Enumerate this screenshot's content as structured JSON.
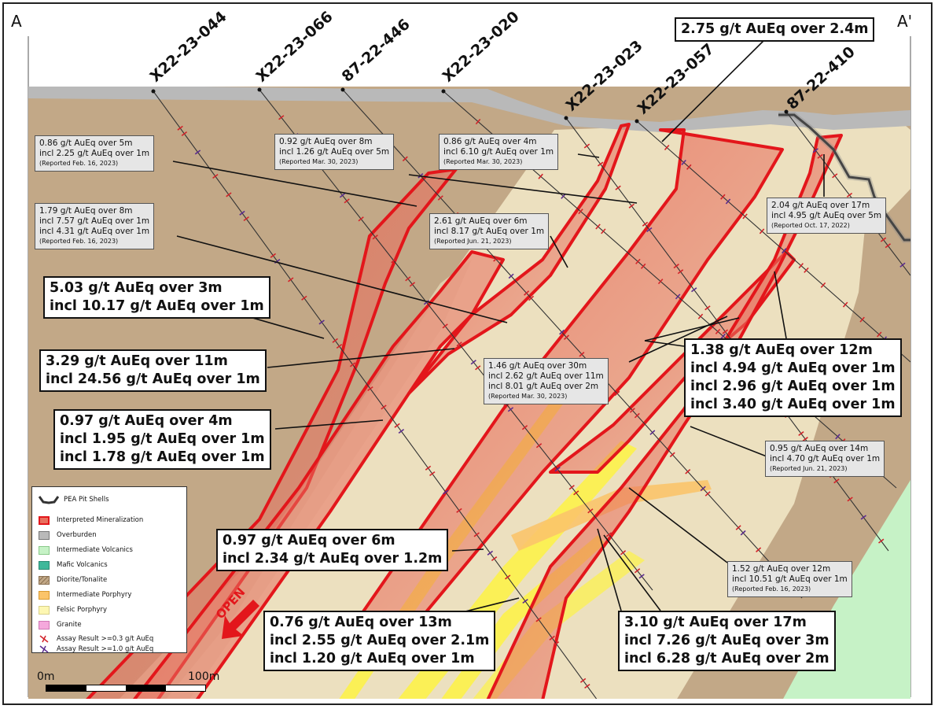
{
  "section": {
    "corner_left": "A",
    "corner_right": "A'"
  },
  "drillholes": [
    "X22-23-044",
    "X22-23-066",
    "87-22-446",
    "X22-23-020",
    "X22-23-023",
    "X22-23-057",
    "87-22-410"
  ],
  "callouts_large": [
    {
      "id": "c1",
      "lines": [
        "2.75 g/t AuEq over 2.4m"
      ]
    },
    {
      "id": "c2",
      "lines": [
        "5.03 g/t AuEq over 3m",
        "incl 10.17 g/t AuEq over 1m"
      ]
    },
    {
      "id": "c3",
      "lines": [
        "3.29 g/t AuEq over 11m",
        "incl 24.56 g/t AuEq over 1m"
      ]
    },
    {
      "id": "c4",
      "lines": [
        "0.97 g/t AuEq over 4m",
        "incl 1.95 g/t AuEq over 1m",
        "incl 1.78 g/t AuEq over 1m"
      ]
    },
    {
      "id": "c5",
      "lines": [
        "1.38 g/t AuEq over 12m",
        "incl 4.94 g/t AuEq over 1m",
        "incl 2.96 g/t AuEq over 1m",
        "incl 3.40 g/t AuEq over 1m"
      ]
    },
    {
      "id": "c6",
      "lines": [
        "0.97 g/t AuEq over 6m",
        "incl 2.34 g/t AuEq over 1.2m"
      ]
    },
    {
      "id": "c7",
      "lines": [
        "0.76 g/t AuEq over 13m",
        "incl 2.55 g/t AuEq over 2.1m",
        "incl 1.20 g/t AuEq over 1m"
      ]
    },
    {
      "id": "c8",
      "lines": [
        "3.10 g/t AuEq over 17m",
        "incl 7.26 g/t AuEq over 3m",
        "incl 6.28 g/t AuEq over 2m"
      ]
    }
  ],
  "callouts_small": [
    {
      "id": "s1",
      "lines": [
        "0.86 g/t AuEq over 5m",
        "incl 2.25 g/t AuEq over 1m"
      ],
      "reported": "(Reported Feb. 16, 2023)"
    },
    {
      "id": "s2",
      "lines": [
        "0.92 g/t AuEq over 8m",
        "incl 1.26 g/t AuEq over 5m"
      ],
      "reported": "(Reported Mar. 30, 2023)"
    },
    {
      "id": "s3",
      "lines": [
        "0.86 g/t AuEq over 4m",
        "incl 6.10 g/t AuEq over 1m"
      ],
      "reported": "(Reported Mar. 30, 2023)"
    },
    {
      "id": "s4",
      "lines": [
        "1.79 g/t AuEq over 8m",
        "incl 7.57 g/t AuEq over 1m",
        "incl 4.31 g/t AuEq over 1m"
      ],
      "reported": "(Reported Feb. 16, 2023)"
    },
    {
      "id": "s5",
      "lines": [
        "2.61 g/t AuEq over 6m",
        "incl 8.17 g/t AuEq over 1m"
      ],
      "reported": "(Reported Jun. 21, 2023)"
    },
    {
      "id": "s6",
      "lines": [
        "2.04 g/t AuEq over 17m",
        "incl 4.95 g/t AuEq over 5m"
      ],
      "reported": "(Reported Oct. 17, 2022)"
    },
    {
      "id": "s7",
      "lines": [
        "1.46 g/t AuEq over 30m",
        "incl 2.62 g/t AuEq over 11m",
        "incl 8.01 g/t AuEq over 2m"
      ],
      "reported": "(Reported Mar. 30, 2023)"
    },
    {
      "id": "s8",
      "lines": [
        "0.95 g/t AuEq over 14m",
        "incl 4.70 g/t AuEq over 1m"
      ],
      "reported": "(Reported Jun. 21, 2023)"
    },
    {
      "id": "s9",
      "lines": [
        "1.52 g/t AuEq over 12m",
        "incl 10.51 g/t AuEq over 1m"
      ],
      "reported": "(Reported Feb. 16, 2023)"
    }
  ],
  "legend": {
    "items": [
      {
        "label": "PEA Pit Shells",
        "kind": "pit",
        "color": "#333333"
      },
      {
        "label": "Interpreted Mineralization",
        "kind": "fill",
        "color": "#e8705e"
      },
      {
        "label": "Overburden",
        "kind": "fill",
        "color": "#b9b9b9"
      },
      {
        "label": "Intermediate Volcanics",
        "kind": "fill",
        "color": "#c6f2c6"
      },
      {
        "label": "Mafic Volcanics",
        "kind": "fill",
        "color": "#3fb89a"
      },
      {
        "label": "Diorite/Tonalite",
        "kind": "hatch",
        "color": "#c2a887"
      },
      {
        "label": "Intermediate Porphyry",
        "kind": "fill",
        "color": "#fbc46a"
      },
      {
        "label": "Felsic Porphyry",
        "kind": "fill",
        "color": "#fdf7b2"
      },
      {
        "label": "Granite",
        "kind": "fill",
        "color": "#f5a8dc"
      },
      {
        "label": "Assay Result >=0.3 g/t AuEq",
        "kind": "mark",
        "color": "#d2232a"
      },
      {
        "label": "Assay Result >=1.0 g/t AuEq",
        "kind": "mark",
        "color": "#5b2c8f"
      }
    ]
  },
  "scale": {
    "left": "0m",
    "right": "100m"
  },
  "open_label": "OPEN",
  "colors": {
    "diorite": "#c2a887",
    "felsic": "#ece0bf",
    "overburden": "#b9b9b9",
    "mineralization": "#e8705e",
    "mineral_edge": "#e3161b",
    "volcanics": "#c6f2c6",
    "yellow": "#fbf056",
    "assay_red": "#d2232a",
    "assay_purple": "#5b2c8f"
  }
}
